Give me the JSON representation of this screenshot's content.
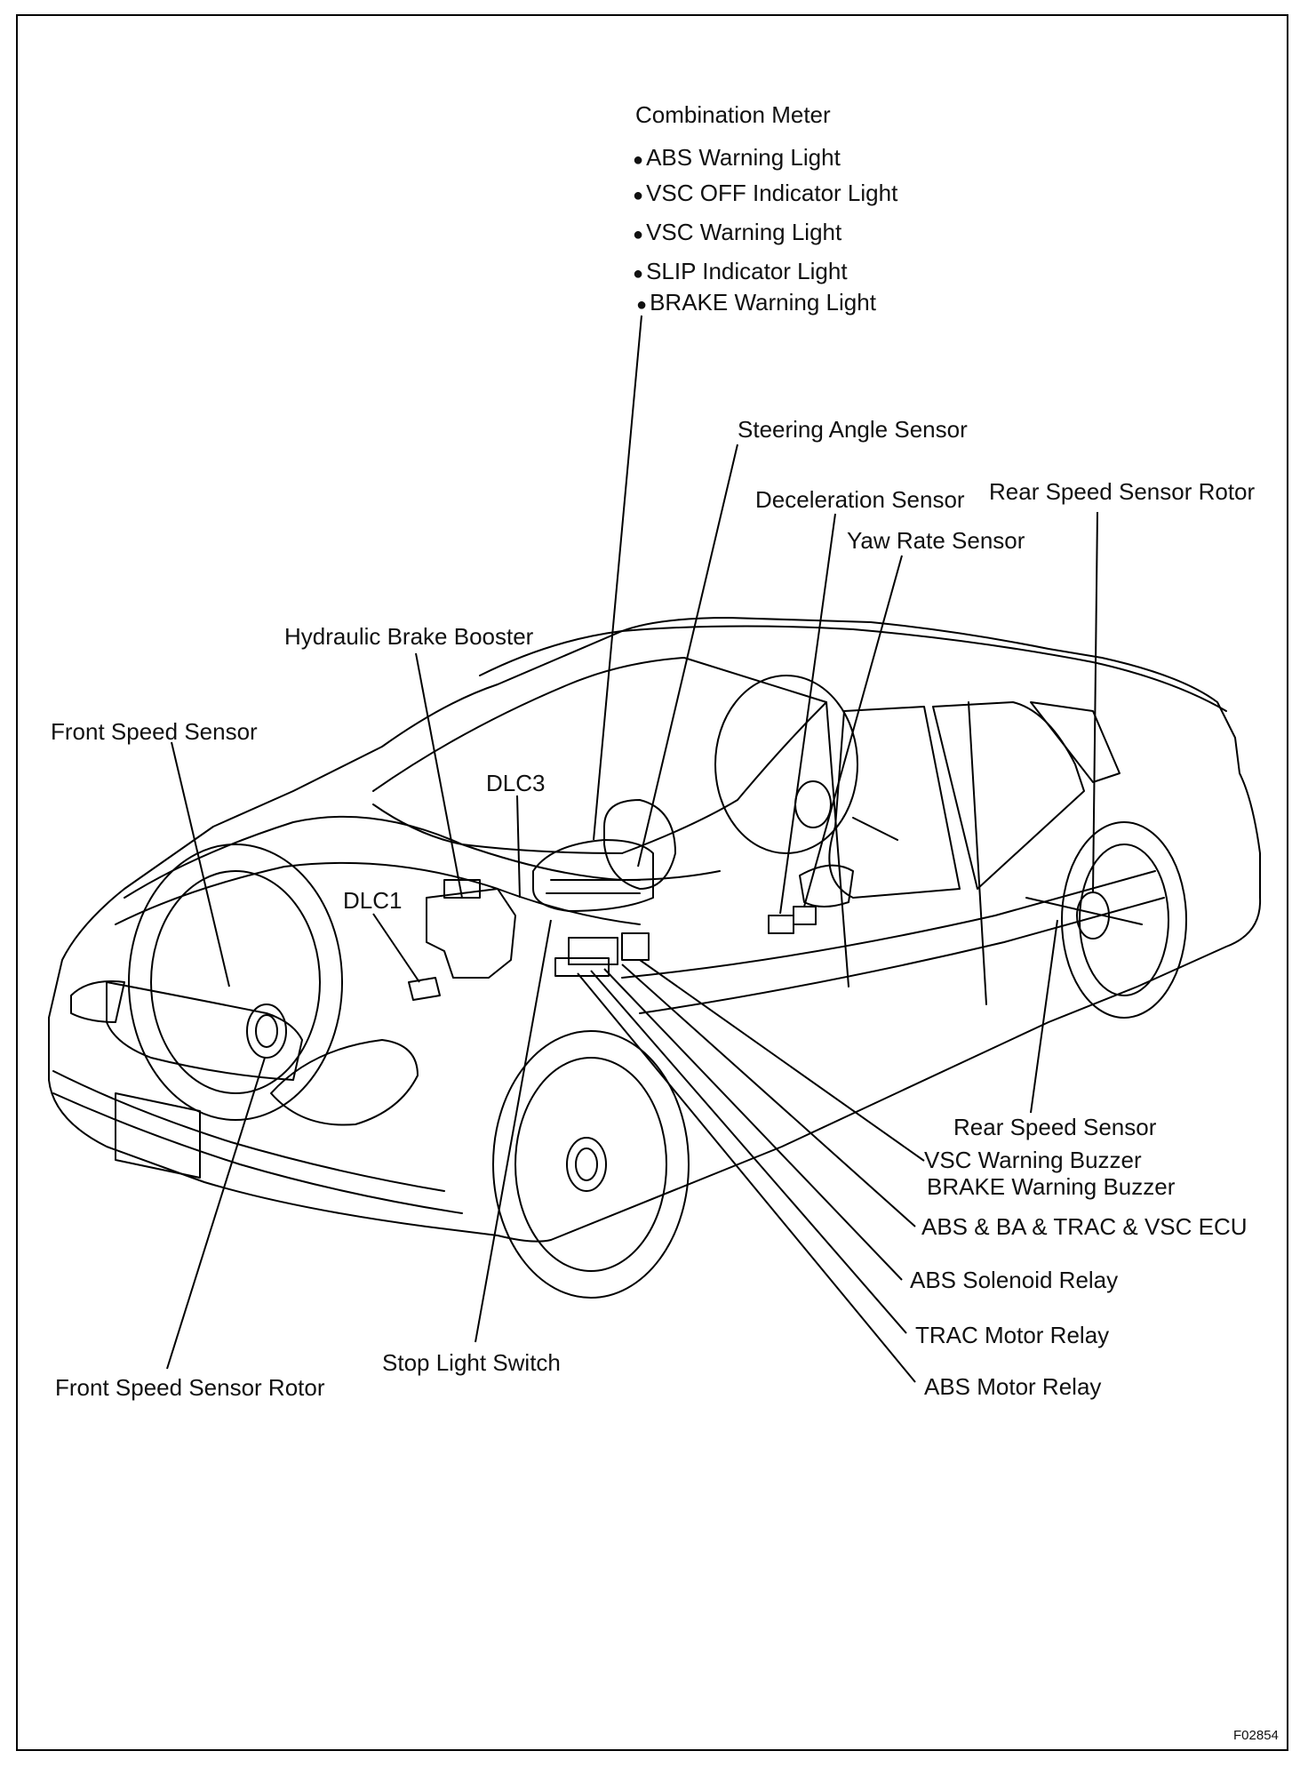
{
  "labels": {
    "combination_meter": "Combination Meter",
    "meter_items": [
      "ABS Warning Light",
      "VSC OFF Indicator Light",
      "VSC Warning Light",
      "SLIP Indicator Light",
      "BRAKE Warning Light"
    ],
    "steering_angle_sensor": "Steering Angle Sensor",
    "deceleration_sensor": "Deceleration Sensor",
    "rear_speed_sensor_rotor": "Rear Speed Sensor Rotor",
    "yaw_rate_sensor": "Yaw Rate Sensor",
    "hydraulic_brake_booster": "Hydraulic Brake Booster",
    "front_speed_sensor": "Front Speed Sensor",
    "dlc3": "DLC3",
    "dlc1": "DLC1",
    "rear_speed_sensor": "Rear Speed Sensor",
    "vsc_warning_buzzer": "VSC Warning Buzzer",
    "brake_warning_buzzer": "BRAKE Warning Buzzer",
    "ecu": "ABS & BA & TRAC & VSC ECU",
    "abs_solenoid_relay": "ABS Solenoid Relay",
    "trac_motor_relay": "TRAC Motor Relay",
    "abs_motor_relay": "ABS Motor Relay",
    "stop_light_switch": "Stop Light Switch",
    "front_speed_sensor_rotor": "Front Speed Sensor Rotor"
  },
  "bullet_glyph": "●",
  "figure_code": "F02854"
}
